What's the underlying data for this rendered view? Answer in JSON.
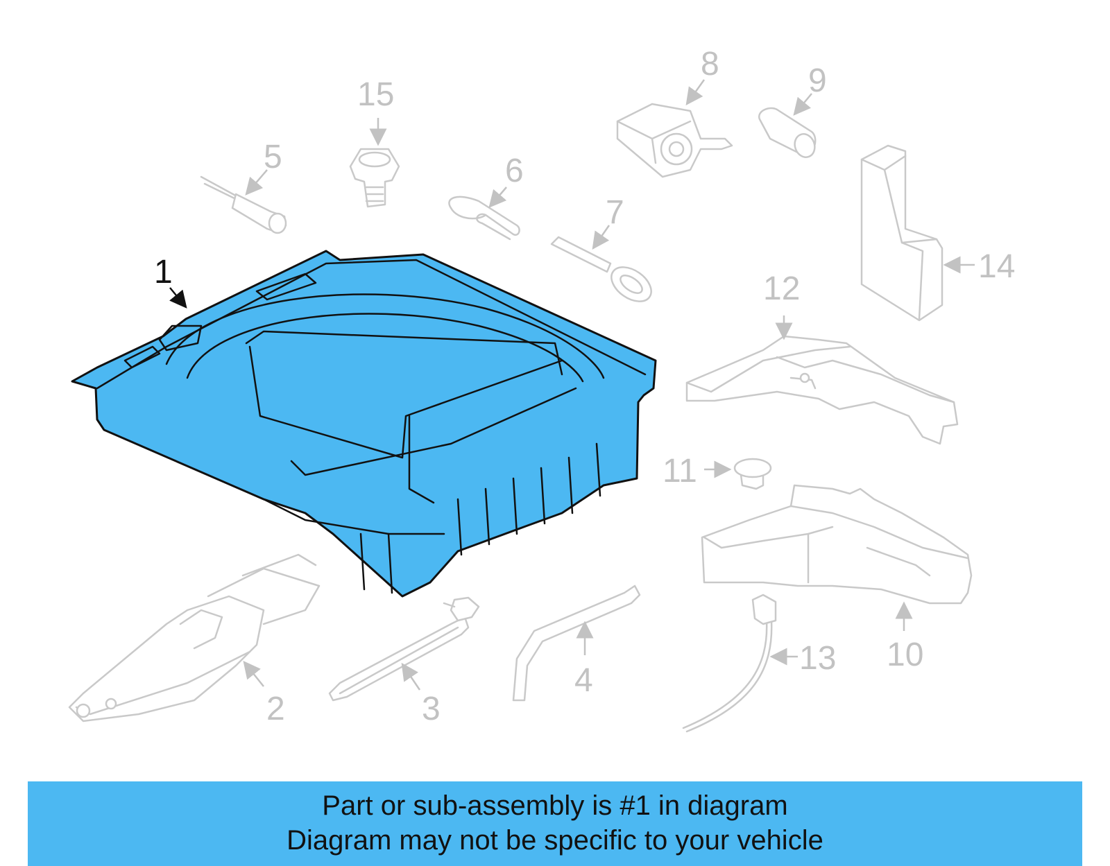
{
  "diagram": {
    "highlight_color": "#4cb8f2",
    "highlighted_part": "1",
    "callouts": [
      {
        "id": "c1",
        "label": "1",
        "highlighted": true
      },
      {
        "id": "c2",
        "label": "2"
      },
      {
        "id": "c3",
        "label": "3"
      },
      {
        "id": "c4",
        "label": "4"
      },
      {
        "id": "c5",
        "label": "5"
      },
      {
        "id": "c6",
        "label": "6"
      },
      {
        "id": "c7",
        "label": "7"
      },
      {
        "id": "c8",
        "label": "8"
      },
      {
        "id": "c9",
        "label": "9"
      },
      {
        "id": "c10",
        "label": "10"
      },
      {
        "id": "c11",
        "label": "11"
      },
      {
        "id": "c12",
        "label": "12"
      },
      {
        "id": "c13",
        "label": "13"
      },
      {
        "id": "c14",
        "label": "14"
      },
      {
        "id": "c15",
        "label": "15"
      }
    ]
  },
  "banner": {
    "line1": "Part or sub-assembly is #1 in diagram",
    "line2": "Diagram may not be specific to your vehicle",
    "color": "#4cb8f2"
  }
}
